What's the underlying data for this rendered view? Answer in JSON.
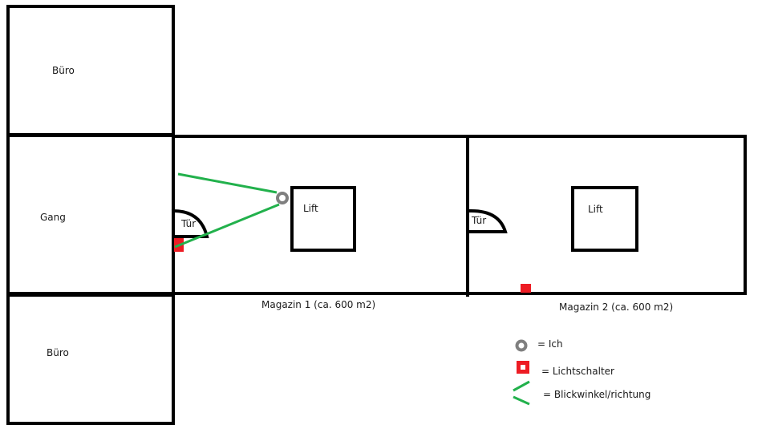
{
  "rooms": {
    "buero_top": "Büro",
    "gang": "Gang",
    "buero_bottom": "Büro",
    "magazin1": "Magazin 1 (ca. 600 m2)",
    "magazin2": "Magazin 2 (ca. 600 m2)",
    "lift1": "Lift",
    "lift2": "Lift",
    "door1": "Tür",
    "door2": "Tür"
  },
  "legend": {
    "me": "= Ich",
    "switch": "= Lichtschalter",
    "view": "= Blickwinkel/richtung"
  },
  "colors": {
    "switch": "#ed1c24",
    "view": "#22b14c",
    "me": "#7f7f7f"
  }
}
